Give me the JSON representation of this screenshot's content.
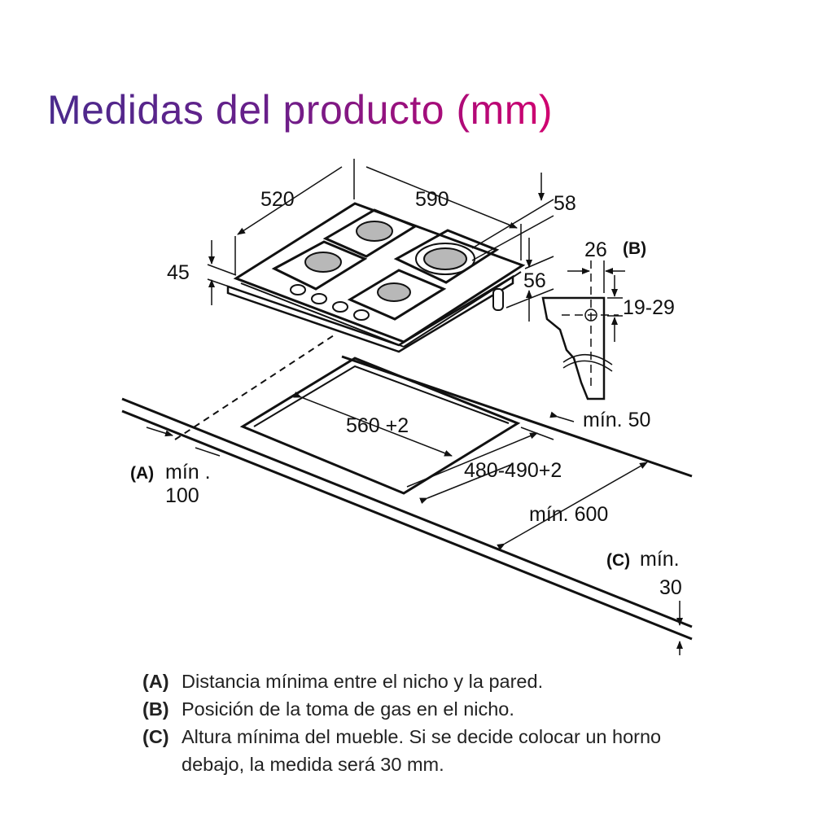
{
  "title": "Medidas del producto (mm)",
  "colors": {
    "title_start": "#4a2a8c",
    "title_end": "#d1006f",
    "line": "#111111",
    "burner": "#b8b8b8"
  },
  "dimensions": {
    "depth": "520",
    "width": "590",
    "top_height": "58",
    "total_height": "45",
    "foot_height": "56",
    "gas_offset": "26",
    "gas_label": "(B)",
    "gas_height": "19-29",
    "cutout_width": "560 +2",
    "cutout_depth": "480-490+2",
    "back_min": "mín. 50",
    "wall_label": "(A)",
    "wall_min": "mín .",
    "wall_value": "100",
    "front_min": "mín. 600",
    "height_label": "(C)",
    "height_min": "mín.",
    "height_value": "30"
  },
  "legend": [
    {
      "key": "(A)",
      "text": "Distancia mínima entre el nicho y la pared."
    },
    {
      "key": "(B)",
      "text": "Posición de la toma de gas en el nicho."
    },
    {
      "key": "(C)",
      "text": "Altura mínima del mueble. Si se decide colocar un horno debajo, la medida será 30 mm."
    }
  ]
}
